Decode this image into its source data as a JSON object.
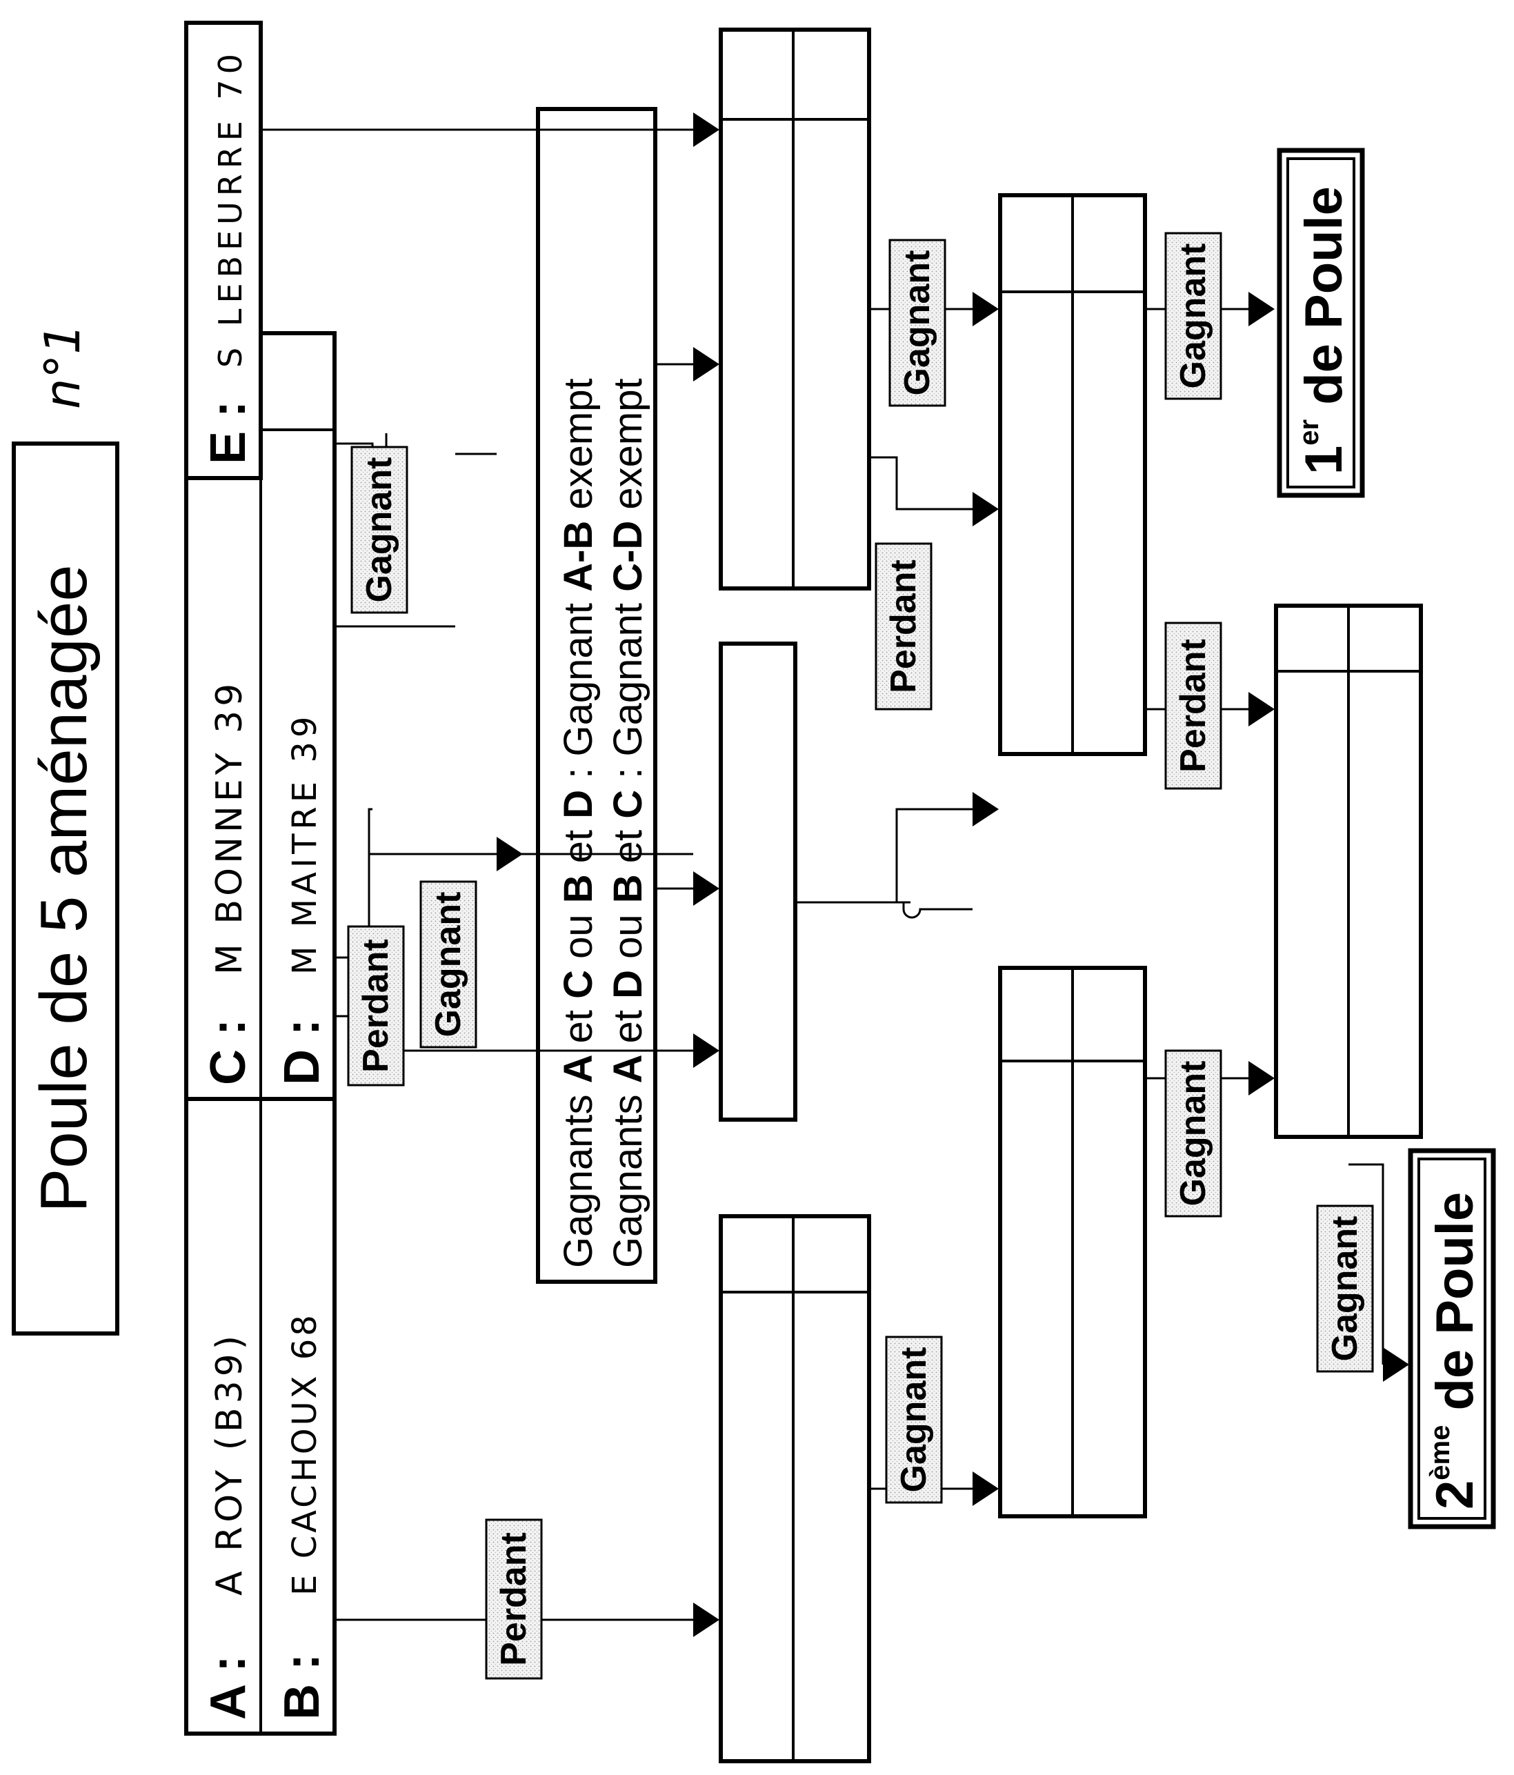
{
  "title": "Poule de 5 aménagée",
  "sheet_number": "n°1",
  "players": {
    "a_label": "A :",
    "a_name": "A ROY (B39)",
    "b_label": "B :",
    "b_name": "E CACHOUX 68",
    "c_label": "C :",
    "c_name": "M BONNEY 39",
    "d_label": "D :",
    "d_name": "M MAITRE 39",
    "e_label": "E :",
    "e_name": "S LEBEURRE 70"
  },
  "labels": {
    "gagnant": "Gagnant",
    "perdant": "Perdant"
  },
  "rules": {
    "line1_prefix": "Gagnants ",
    "line1_a": "A",
    "line1_mid1": " et ",
    "line1_c": "C",
    "line1_mid2": " ou ",
    "line1_b": "B",
    "line1_mid3": " et ",
    "line1_d": "D",
    "line1_mid4": " : Gagnant ",
    "line1_pair": "A-B",
    "line1_suffix": " exempt",
    "line2_prefix": "Gagnants ",
    "line2_a": "A",
    "line2_mid1": " et ",
    "line2_d": "D",
    "line2_mid2": " ou ",
    "line2_b": "B",
    "line2_mid3": " et ",
    "line2_c": "C",
    "line2_mid4": " : Gagnant ",
    "line2_pair": "C-D",
    "line2_suffix": " exempt"
  },
  "results": {
    "first_num": "1",
    "first_sup": "er",
    "first_text": " de Poule",
    "second_num": "2",
    "second_sup": "ème",
    "second_text": " de Poule"
  }
}
